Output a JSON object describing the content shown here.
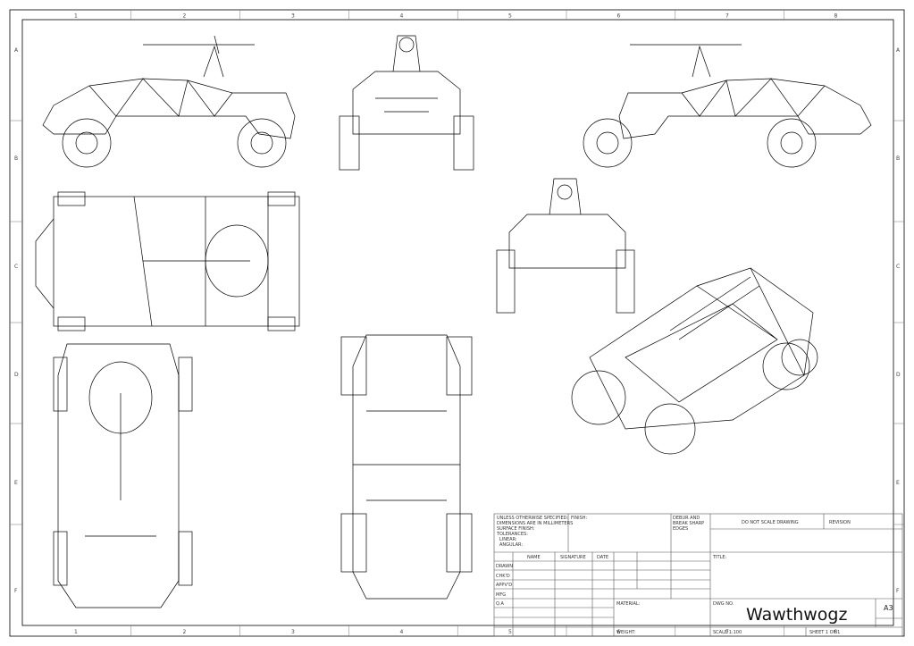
{
  "zones": {
    "columns": [
      "1",
      "2",
      "3",
      "4",
      "5",
      "6",
      "7",
      "8"
    ],
    "rows": [
      "A",
      "B",
      "C",
      "D",
      "E",
      "F"
    ]
  },
  "title_block": {
    "general_notes": [
      "UNLESS OTHERWISE SPECIFIED:",
      "DIMENSIONS ARE IN MILLIMETERS",
      "SURFACE FINISH:",
      "TOLERANCES:",
      "LINEAR:",
      "ANGULAR:"
    ],
    "finish": "FINISH:",
    "deburr": [
      "DEBUR AND",
      "BREAK SHARP",
      "EDGES"
    ],
    "do_not_scale": "DO NOT SCALE DRAWING",
    "revision": "REVISION",
    "headers": {
      "name": "NAME",
      "signature": "SIGNATURE",
      "date": "DATE"
    },
    "roles": [
      "DRAWN",
      "CHK'D",
      "APPV'D",
      "MFG",
      "Q.A"
    ],
    "title_label": "TITLE:",
    "material": "MATERIAL:",
    "weight": "WEIGHT:",
    "dwg_no_label": "DWG NO.",
    "dwg_no": "Wawthwogz",
    "size": "A3",
    "scale": "SCALE:1:100",
    "sheet": "SHEET 1 OF 1"
  }
}
